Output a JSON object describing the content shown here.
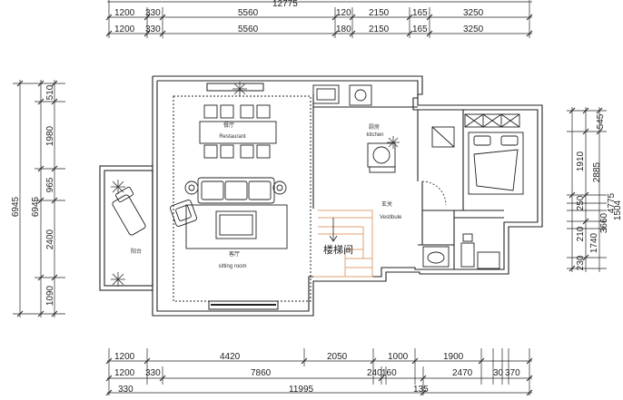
{
  "dimensions": {
    "top_total": "12775",
    "top_row1": [
      "1200",
      "330",
      "5560",
      "120",
      "2150",
      "165",
      "3250"
    ],
    "top_row2": [
      "1200",
      "330",
      "5560",
      "180",
      "2150",
      "165",
      "3250"
    ],
    "left_total": "6945",
    "left_total2": "6945",
    "left_parts": [
      "510",
      "1980",
      "965",
      "2400",
      "1090"
    ],
    "right_parts": [
      "545",
      "1910",
      "2885",
      "4775",
      "1504",
      "250",
      "210",
      "1740",
      "3660",
      "230"
    ],
    "bottom_row1": [
      "1200",
      "4420",
      "2050",
      "1000",
      "1900"
    ],
    "bottom_row2": [
      "1200",
      "330",
      "7860",
      "240",
      "160",
      "2470",
      "30",
      "370"
    ],
    "bottom_row3": [
      "330",
      "11995",
      "135"
    ]
  },
  "rooms": {
    "restaurant_cn": "餐厅",
    "restaurant": "Restaurant",
    "kitchen_cn": "厨房",
    "kitchen": "kitchen",
    "vestibule_cn": "玄关",
    "vestibule": "Vestibule",
    "stairwell": "楼梯间",
    "sitting_cn": "客厅",
    "sitting": "sitting room",
    "balcony_cn": "阳台"
  }
}
